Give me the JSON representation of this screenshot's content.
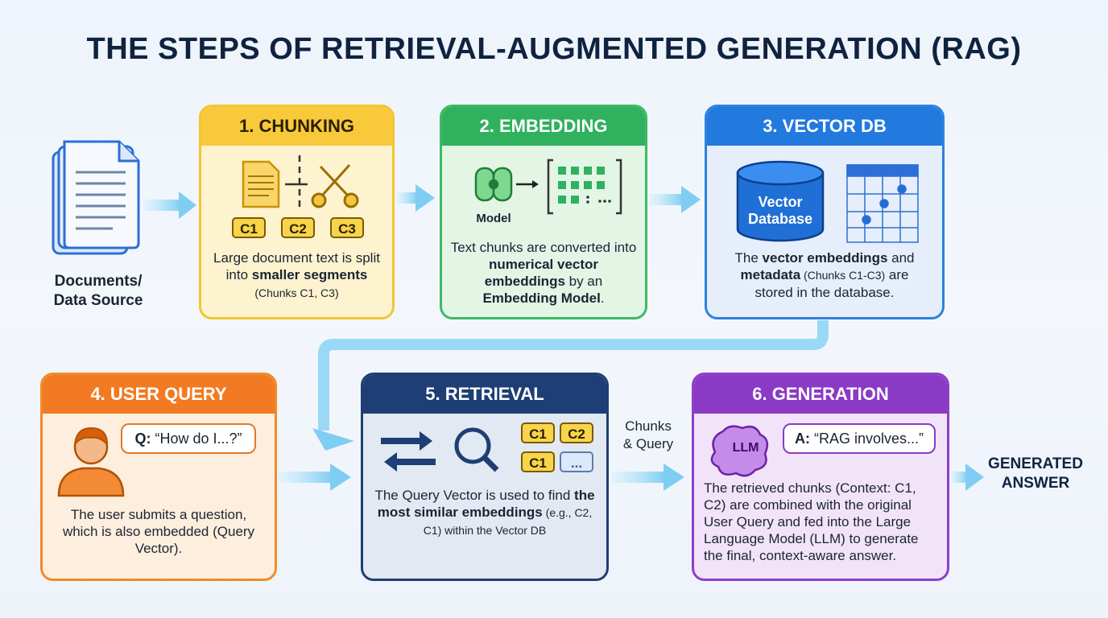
{
  "title": "THE STEPS OF RETRIEVAL-AUGMENTED GENERATION (RAG)",
  "source": {
    "line1": "Documents/",
    "line2": "Data Source"
  },
  "steps": {
    "chunking": {
      "header": "1. CHUNKING",
      "chips": [
        "C1",
        "C2",
        "C3"
      ],
      "desc": {
        "t1": "Large document text is split into ",
        "b1": "smaller segments",
        "s1": " (Chunks C1, C3)"
      }
    },
    "embedding": {
      "header": "2. EMBEDDING",
      "model_label": "Model",
      "desc": {
        "t1": "Text chunks are converted into ",
        "b1": "numerical vector embeddings",
        "t2": " by an ",
        "b2": "Embedding Model",
        "t3": "."
      }
    },
    "vectordb": {
      "header": "3. VECTOR DB",
      "db_line1": "Vector",
      "db_line2": "Database",
      "desc": {
        "t1": "The ",
        "b1": "vector embeddings",
        "t2": " and ",
        "b2": "metadata",
        "s1": " (Chunks C1-C3)",
        "t3": " are stored in the database."
      }
    },
    "userquery": {
      "header": "4. USER QUERY",
      "bubble_q": "Q:",
      "bubble_text": " “How do I...?”",
      "desc": "The user submits a question, which is also embedded (Query Vector)."
    },
    "retrieval": {
      "header": "5. RETRIEVAL",
      "chips": [
        "C1",
        "C2",
        "C1",
        "..."
      ],
      "desc": {
        "t1": "The Query Vector is used to find ",
        "b1": "the most similar embeddings",
        "t2": " (e.g., C2, C1) within the Vector DB"
      }
    },
    "generation": {
      "header": "6. GENERATION",
      "brain_label": "LLM",
      "bubble_a": "A:",
      "bubble_text": " “RAG involves...”",
      "desc": "The retrieved chunks (Context: C1, C2) are combined with the original User Query and fed into the Large Language Model (LLM) to generate the final, context-aware answer."
    }
  },
  "connector_label": {
    "line1": "Chunks",
    "line2": "& Query"
  },
  "output": {
    "line1": "GENERATED",
    "line2": "ANSWER"
  },
  "colors": {
    "chunking": "#f8c93a",
    "embedding": "#2fb15d",
    "vectordb": "#2279de",
    "userquery": "#f27a22",
    "retrieval": "#1e3e75",
    "generation": "#8b3ac6",
    "arrow": "#8fd3f4"
  }
}
